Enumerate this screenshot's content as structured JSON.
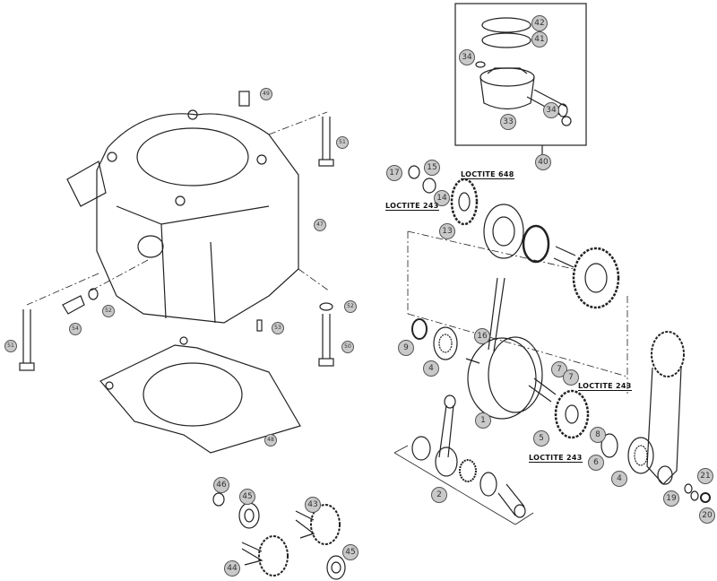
{
  "diagram": {
    "piston_group": [
      "42",
      "41",
      "34",
      "33",
      "34",
      "40"
    ],
    "cylinder_group": [
      "49",
      "51",
      "47",
      "52",
      "54",
      "51",
      "53",
      "52",
      "50",
      "48"
    ],
    "balancer_group": [
      "17",
      "15",
      "14",
      "13"
    ],
    "crank_group": [
      "9",
      "4",
      "16",
      "7",
      "7",
      "1",
      "5",
      "8",
      "6",
      "4",
      "2",
      "19",
      "21",
      "20"
    ],
    "kickstart_group": [
      "46",
      "45",
      "43",
      "44",
      "45"
    ],
    "notes": {
      "loctite_648": "LOCTITE 648",
      "loctite_243_a": "LOCTITE 243",
      "loctite_243_b": "LOCTITE 243",
      "loctite_243_c": "LOCTITE 243"
    }
  }
}
